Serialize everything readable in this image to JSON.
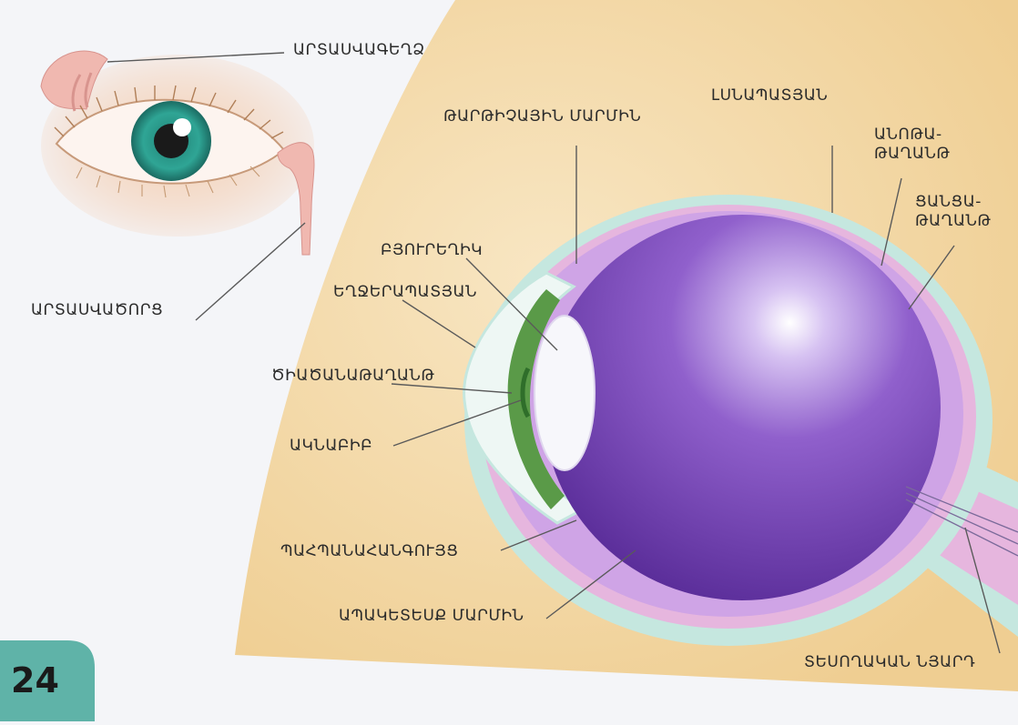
{
  "labels": {
    "lacrimal_gland": "ԱՐՏԱՍՎԱԳԵՂՁ",
    "lacrimal_duct": "ԱՐՏԱՍՎԱԾՈՐՑ",
    "vitreous_body": "ԹԱՐԹԻՉԱՅԻՆ ՄԱՐՄԻՆ",
    "sclera_top": "ԼՍՆԱՊԱՏՅԱՆ",
    "choroid": "ԱՆՈԹԱ-\nԹԱՂԱՆԹ",
    "retina": "ՑԱՆՑԱ-\nԹԱՂԱՆԹ",
    "lens": "ԲՅՈՒՐԵՂԻԿ",
    "cornea": "ԵՂՋԵՐԱՊԱՏՅԱՆ",
    "iris": "ԾԻԱԾԱՆԱԹԱՂԱՆԹ",
    "pupil": "ԱԿՆԱԲԻԲ",
    "ciliary_muscle": "ՊԱՀՊԱՆԱՀԱՆԳՈՒՅՑ",
    "aqueous_body": "ԱՊԱԿԵՏԵՍՔ ՄԱՐՄԻՆ",
    "optic_nerve": "ՏԵՍՈՂԱԿԱՆ ՆՅԱՐԴ"
  },
  "page_number": "24",
  "colors": {
    "page_bg": "#f4f5f8",
    "skin": "#f3d9a6",
    "eyeball": "#8a55c4",
    "outer_layer": "#c5e7df",
    "choroid_layer": "#e6b6de",
    "iris_green": "#5a9a48",
    "iris_eye": "#2c9a8c",
    "tab": "#5fb3a8"
  }
}
